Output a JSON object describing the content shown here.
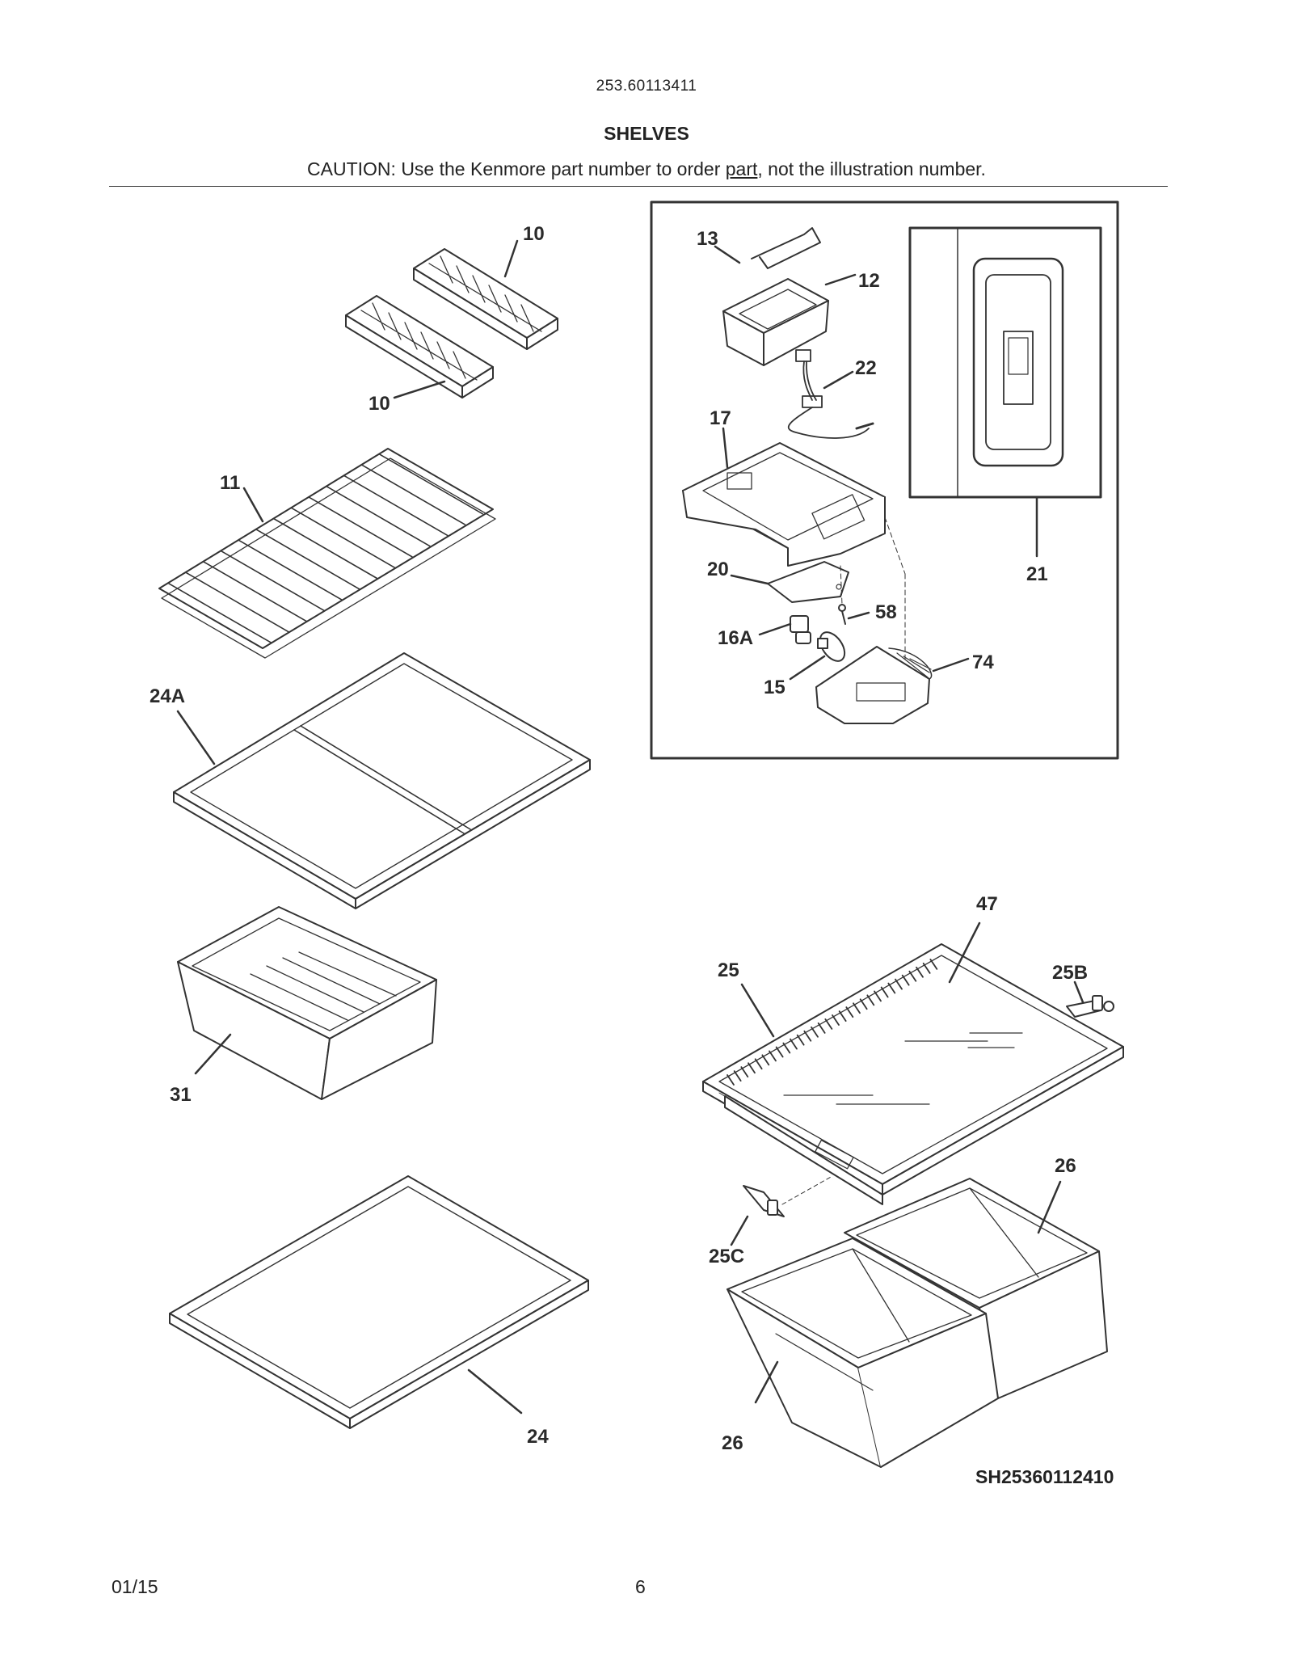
{
  "header": {
    "model_number": "253.60113411",
    "section_title": "SHELVES",
    "caution_before": "CAUTION: Use the Kenmore part number to order ",
    "caution_link": "part",
    "caution_after": ", not the illustration number."
  },
  "callouts": {
    "p10a": "10",
    "p10b": "10",
    "p11": "11",
    "p24a": "24A",
    "p13": "13",
    "p12": "12",
    "p22": "22",
    "p17": "17",
    "p20": "20",
    "p58": "58",
    "p16a": "16A",
    "p15": "15",
    "p74": "74",
    "p21": "21",
    "p47": "47",
    "p25": "25",
    "p25b": "25B",
    "p26a": "26",
    "p25c": "25C",
    "p26b": "26",
    "p31": "31",
    "p24": "24"
  },
  "diagram_code": "SH25360112410",
  "footer": {
    "date": "01/15",
    "page": "6"
  }
}
